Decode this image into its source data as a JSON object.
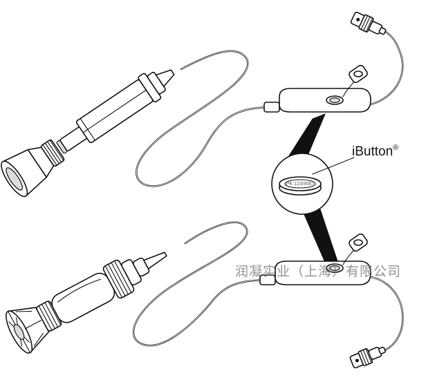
{
  "diagram": {
    "callout_label": "iButton",
    "callout_registered_mark": "®",
    "coin_inscription": "PK 123/4567"
  },
  "watermark": {
    "text": "润凝实业（上海）有限公司"
  }
}
